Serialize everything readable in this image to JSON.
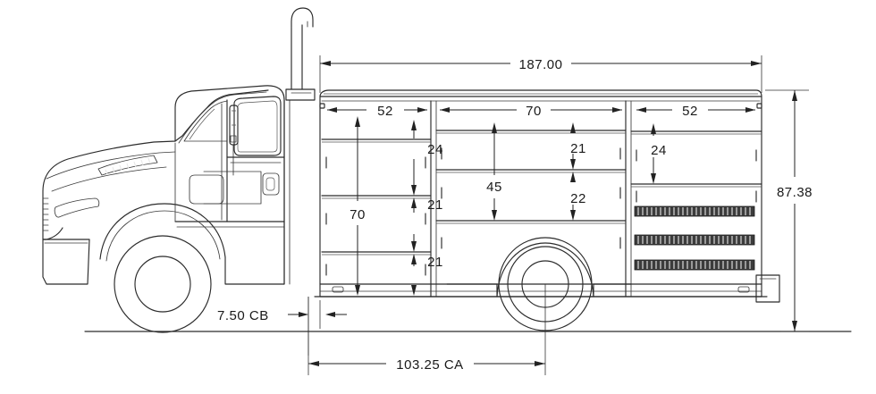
{
  "drawing": {
    "title": "Utility / rescue truck body side elevation",
    "subject": "Service body truck side view with compartment dimensions",
    "units": "inches",
    "line_color": "#2b2b2b",
    "text_color": "#1a1a1a",
    "background_color": "#ffffff"
  },
  "dimensions": {
    "overall_body_length": "187.00",
    "compartment_width_front": "52",
    "compartment_width_middle": "70",
    "compartment_width_rear": "52",
    "front_compartment_total_height": "70",
    "front_shelf_top": "24",
    "front_shelf_middle": "21",
    "front_shelf_bottom": "21",
    "middle_compartment_total_height": "45",
    "middle_shelf_top": "21",
    "middle_shelf_bottom": "22",
    "rear_shelf_top": "24",
    "overall_height": "87.38",
    "cab_to_body": "7.50  CB",
    "cab_to_axle": "103.25  CA"
  },
  "labels": {
    "overall_length": "187.00",
    "seg_front": "52",
    "seg_middle": "70",
    "seg_rear": "52",
    "height_front_total": "70",
    "height_24_front": "24",
    "height_21_front_mid": "21",
    "height_21_front_low": "21",
    "height_45_middle": "45",
    "height_21_middle": "21",
    "height_22_middle": "22",
    "height_24_rear": "24",
    "height_overall": "87.38",
    "cb_label": "7.50  CB",
    "ca_label": "103.25  CA"
  },
  "components": {
    "cab": "truck-cab",
    "hood": "engine-hood",
    "windshield": "windshield",
    "side_window": "side-window",
    "mirror": "side-mirror",
    "door_handle": "door-handle",
    "grille": "front-grille",
    "bumper": "front-bumper",
    "front_wheel": "front-wheel",
    "rear_wheel": "rear-wheel",
    "exhaust_stack": "vertical-exhaust-stack",
    "body": "service-body",
    "rear_step": "rear-step-bumper",
    "ground_line": "ground-line",
    "louver_panels": "ladder-rack-louvers"
  }
}
